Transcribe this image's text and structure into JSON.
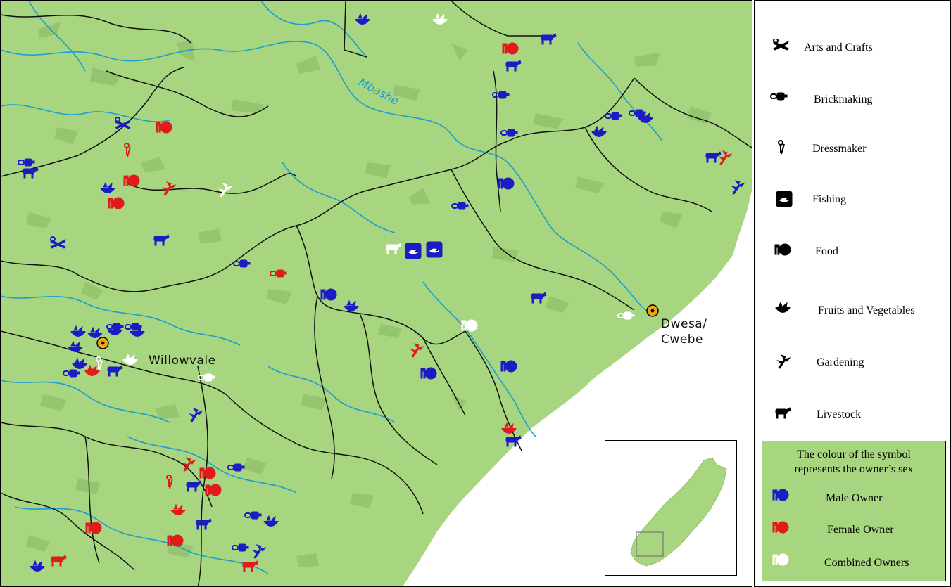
{
  "map": {
    "rivers": [
      {
        "name": "Mbashe",
        "label": "Mbashe"
      }
    ],
    "places": [
      {
        "name": "Willowvale",
        "label": "Willowvale"
      },
      {
        "name": "Dwesa-Cwebe",
        "label_line1": "Dwesa/",
        "label_line2": "Cwebe"
      }
    ],
    "colors": {
      "land": "#a8d57f",
      "land_texture": "#93c26c",
      "sea": "#ffffff",
      "river": "#1a9fd0",
      "road": "#111111",
      "male": "#1c1cc4",
      "female": "#e11b1b",
      "combined": "#ffffff",
      "town_marker": "#f3a70c"
    }
  },
  "legend": {
    "categories": [
      {
        "key": "arts",
        "label": "Arts and Crafts",
        "icon": "arts-crafts-icon"
      },
      {
        "key": "brick",
        "label": "Brickmaking",
        "icon": "brickmaking-icon"
      },
      {
        "key": "dress",
        "label": "Dressmaker",
        "icon": "dressmaker-icon"
      },
      {
        "key": "fish",
        "label": "Fishing",
        "icon": "fishing-icon"
      },
      {
        "key": "food",
        "label": "Food",
        "icon": "food-icon"
      },
      {
        "key": "fruit",
        "label": "Fruits and Vegetables",
        "icon": "fruits-vegetables-icon"
      },
      {
        "key": "garden",
        "label": "Gardening",
        "icon": "gardening-icon"
      },
      {
        "key": "livestock",
        "label": "Livestock",
        "icon": "livestock-icon"
      }
    ],
    "owner_box": {
      "title_line1": "The colour of the symbol",
      "title_line2": "represents the owner’s sex",
      "items": [
        {
          "label": "Male Owner",
          "color": "#1c1cc4",
          "icon": "food-icon"
        },
        {
          "label": "Female Owner",
          "color": "#e11b1b",
          "icon": "food-icon"
        },
        {
          "label": "Combined Owners",
          "color": "#ffffff",
          "icon": "food-icon"
        }
      ]
    }
  },
  "symbols": [
    {
      "type": "fruit",
      "owner": "male"
    },
    {
      "type": "fruit",
      "owner": "combined"
    },
    {
      "type": "food",
      "owner": "female"
    },
    {
      "type": "livestock",
      "owner": "male"
    },
    {
      "type": "livestock",
      "owner": "male"
    },
    {
      "type": "brick",
      "owner": "male"
    },
    {
      "type": "brick",
      "owner": "male"
    },
    {
      "type": "brick",
      "owner": "male"
    },
    {
      "type": "fruit",
      "owner": "male"
    },
    {
      "type": "brick",
      "owner": "male"
    },
    {
      "type": "fruit",
      "owner": "male"
    },
    {
      "type": "livestock",
      "owner": "male"
    },
    {
      "type": "garden",
      "owner": "female"
    },
    {
      "type": "garden",
      "owner": "male"
    },
    {
      "type": "arts",
      "owner": "male"
    },
    {
      "type": "food",
      "owner": "female"
    },
    {
      "type": "dress",
      "owner": "female"
    },
    {
      "type": "brick",
      "owner": "male"
    },
    {
      "type": "livestock",
      "owner": "male"
    },
    {
      "type": "fruit",
      "owner": "male"
    },
    {
      "type": "food",
      "owner": "female"
    },
    {
      "type": "food",
      "owner": "female"
    },
    {
      "type": "garden",
      "owner": "female"
    },
    {
      "type": "garden",
      "owner": "combined"
    },
    {
      "type": "food",
      "owner": "male"
    },
    {
      "type": "brick",
      "owner": "male"
    },
    {
      "type": "arts",
      "owner": "male"
    },
    {
      "type": "livestock",
      "owner": "male"
    },
    {
      "type": "brick",
      "owner": "male"
    },
    {
      "type": "brick",
      "owner": "female"
    },
    {
      "type": "livestock",
      "owner": "combined"
    },
    {
      "type": "fish",
      "owner": "male"
    },
    {
      "type": "fish",
      "owner": "male"
    },
    {
      "type": "food",
      "owner": "male"
    },
    {
      "type": "fruit",
      "owner": "male"
    },
    {
      "type": "livestock",
      "owner": "male"
    },
    {
      "type": "food",
      "owner": "combined"
    },
    {
      "type": "brick",
      "owner": "combined"
    },
    {
      "type": "garden",
      "owner": "female"
    },
    {
      "type": "food",
      "owner": "male"
    },
    {
      "type": "food",
      "owner": "male"
    },
    {
      "type": "fruit",
      "owner": "male"
    },
    {
      "type": "fruit",
      "owner": "male"
    },
    {
      "type": "fruit",
      "owner": "male"
    },
    {
      "type": "fruit",
      "owner": "male"
    },
    {
      "type": "brick",
      "owner": "male"
    },
    {
      "type": "brick",
      "owner": "male"
    },
    {
      "type": "fruit",
      "owner": "male"
    },
    {
      "type": "fruit",
      "owner": "male"
    },
    {
      "type": "fruit",
      "owner": "female"
    },
    {
      "type": "dress",
      "owner": "combined"
    },
    {
      "type": "fruit",
      "owner": "combined"
    },
    {
      "type": "livestock",
      "owner": "male"
    },
    {
      "type": "brick",
      "owner": "male"
    },
    {
      "type": "brick",
      "owner": "combined"
    },
    {
      "type": "garden",
      "owner": "male"
    },
    {
      "type": "fruit",
      "owner": "female"
    },
    {
      "type": "livestock",
      "owner": "male"
    },
    {
      "type": "garden",
      "owner": "female"
    },
    {
      "type": "food",
      "owner": "female"
    },
    {
      "type": "dress",
      "owner": "female"
    },
    {
      "type": "livestock",
      "owner": "male"
    },
    {
      "type": "food",
      "owner": "female"
    },
    {
      "type": "brick",
      "owner": "male"
    },
    {
      "type": "fruit",
      "owner": "female"
    },
    {
      "type": "livestock",
      "owner": "male"
    },
    {
      "type": "brick",
      "owner": "male"
    },
    {
      "type": "fruit",
      "owner": "male"
    },
    {
      "type": "food",
      "owner": "female"
    },
    {
      "type": "food",
      "owner": "female"
    },
    {
      "type": "brick",
      "owner": "male"
    },
    {
      "type": "garden",
      "owner": "male"
    },
    {
      "type": "livestock",
      "owner": "female"
    },
    {
      "type": "fruit",
      "owner": "male"
    },
    {
      "type": "livestock",
      "owner": "female"
    }
  ]
}
